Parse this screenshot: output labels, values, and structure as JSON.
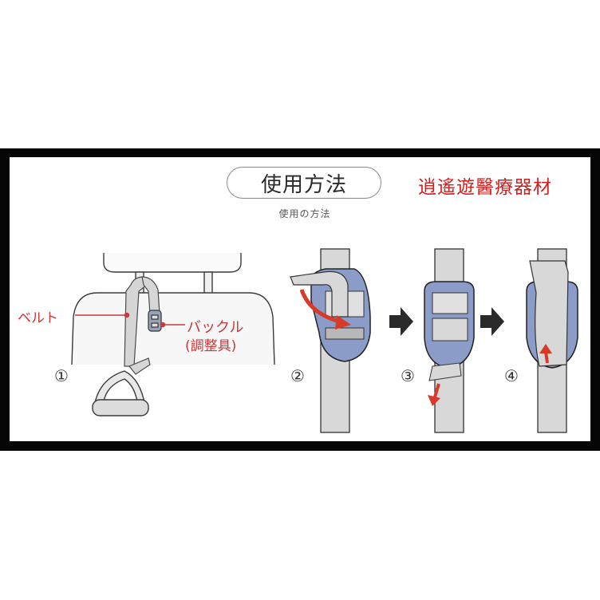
{
  "header": {
    "title": "使用方法",
    "subtitle": "使用の方法",
    "brand": "逍遙遊醫療器材"
  },
  "figure1": {
    "step": "①",
    "belt_label": "ベルト",
    "buckle_label": "バックル",
    "buckle_sub_label": "(調整具)"
  },
  "steps": [
    {
      "step": "②",
      "action": "thread belt over buckle bar",
      "arrow": "red curved arrow"
    },
    {
      "step": "③",
      "action": "pull belt end downward",
      "arrow": "red down arrow"
    },
    {
      "step": "④",
      "action": "fold belt end back up",
      "arrow": "red up arrow"
    }
  ],
  "colors": {
    "frame": "#050505",
    "buckle": "#8c9cc8",
    "belt": "#d8d8d8",
    "label_red": "#c83a3a",
    "brand_red": "#d02020",
    "arrow_red": "#d83a2a",
    "step_arrow": "#2a2a2a"
  }
}
